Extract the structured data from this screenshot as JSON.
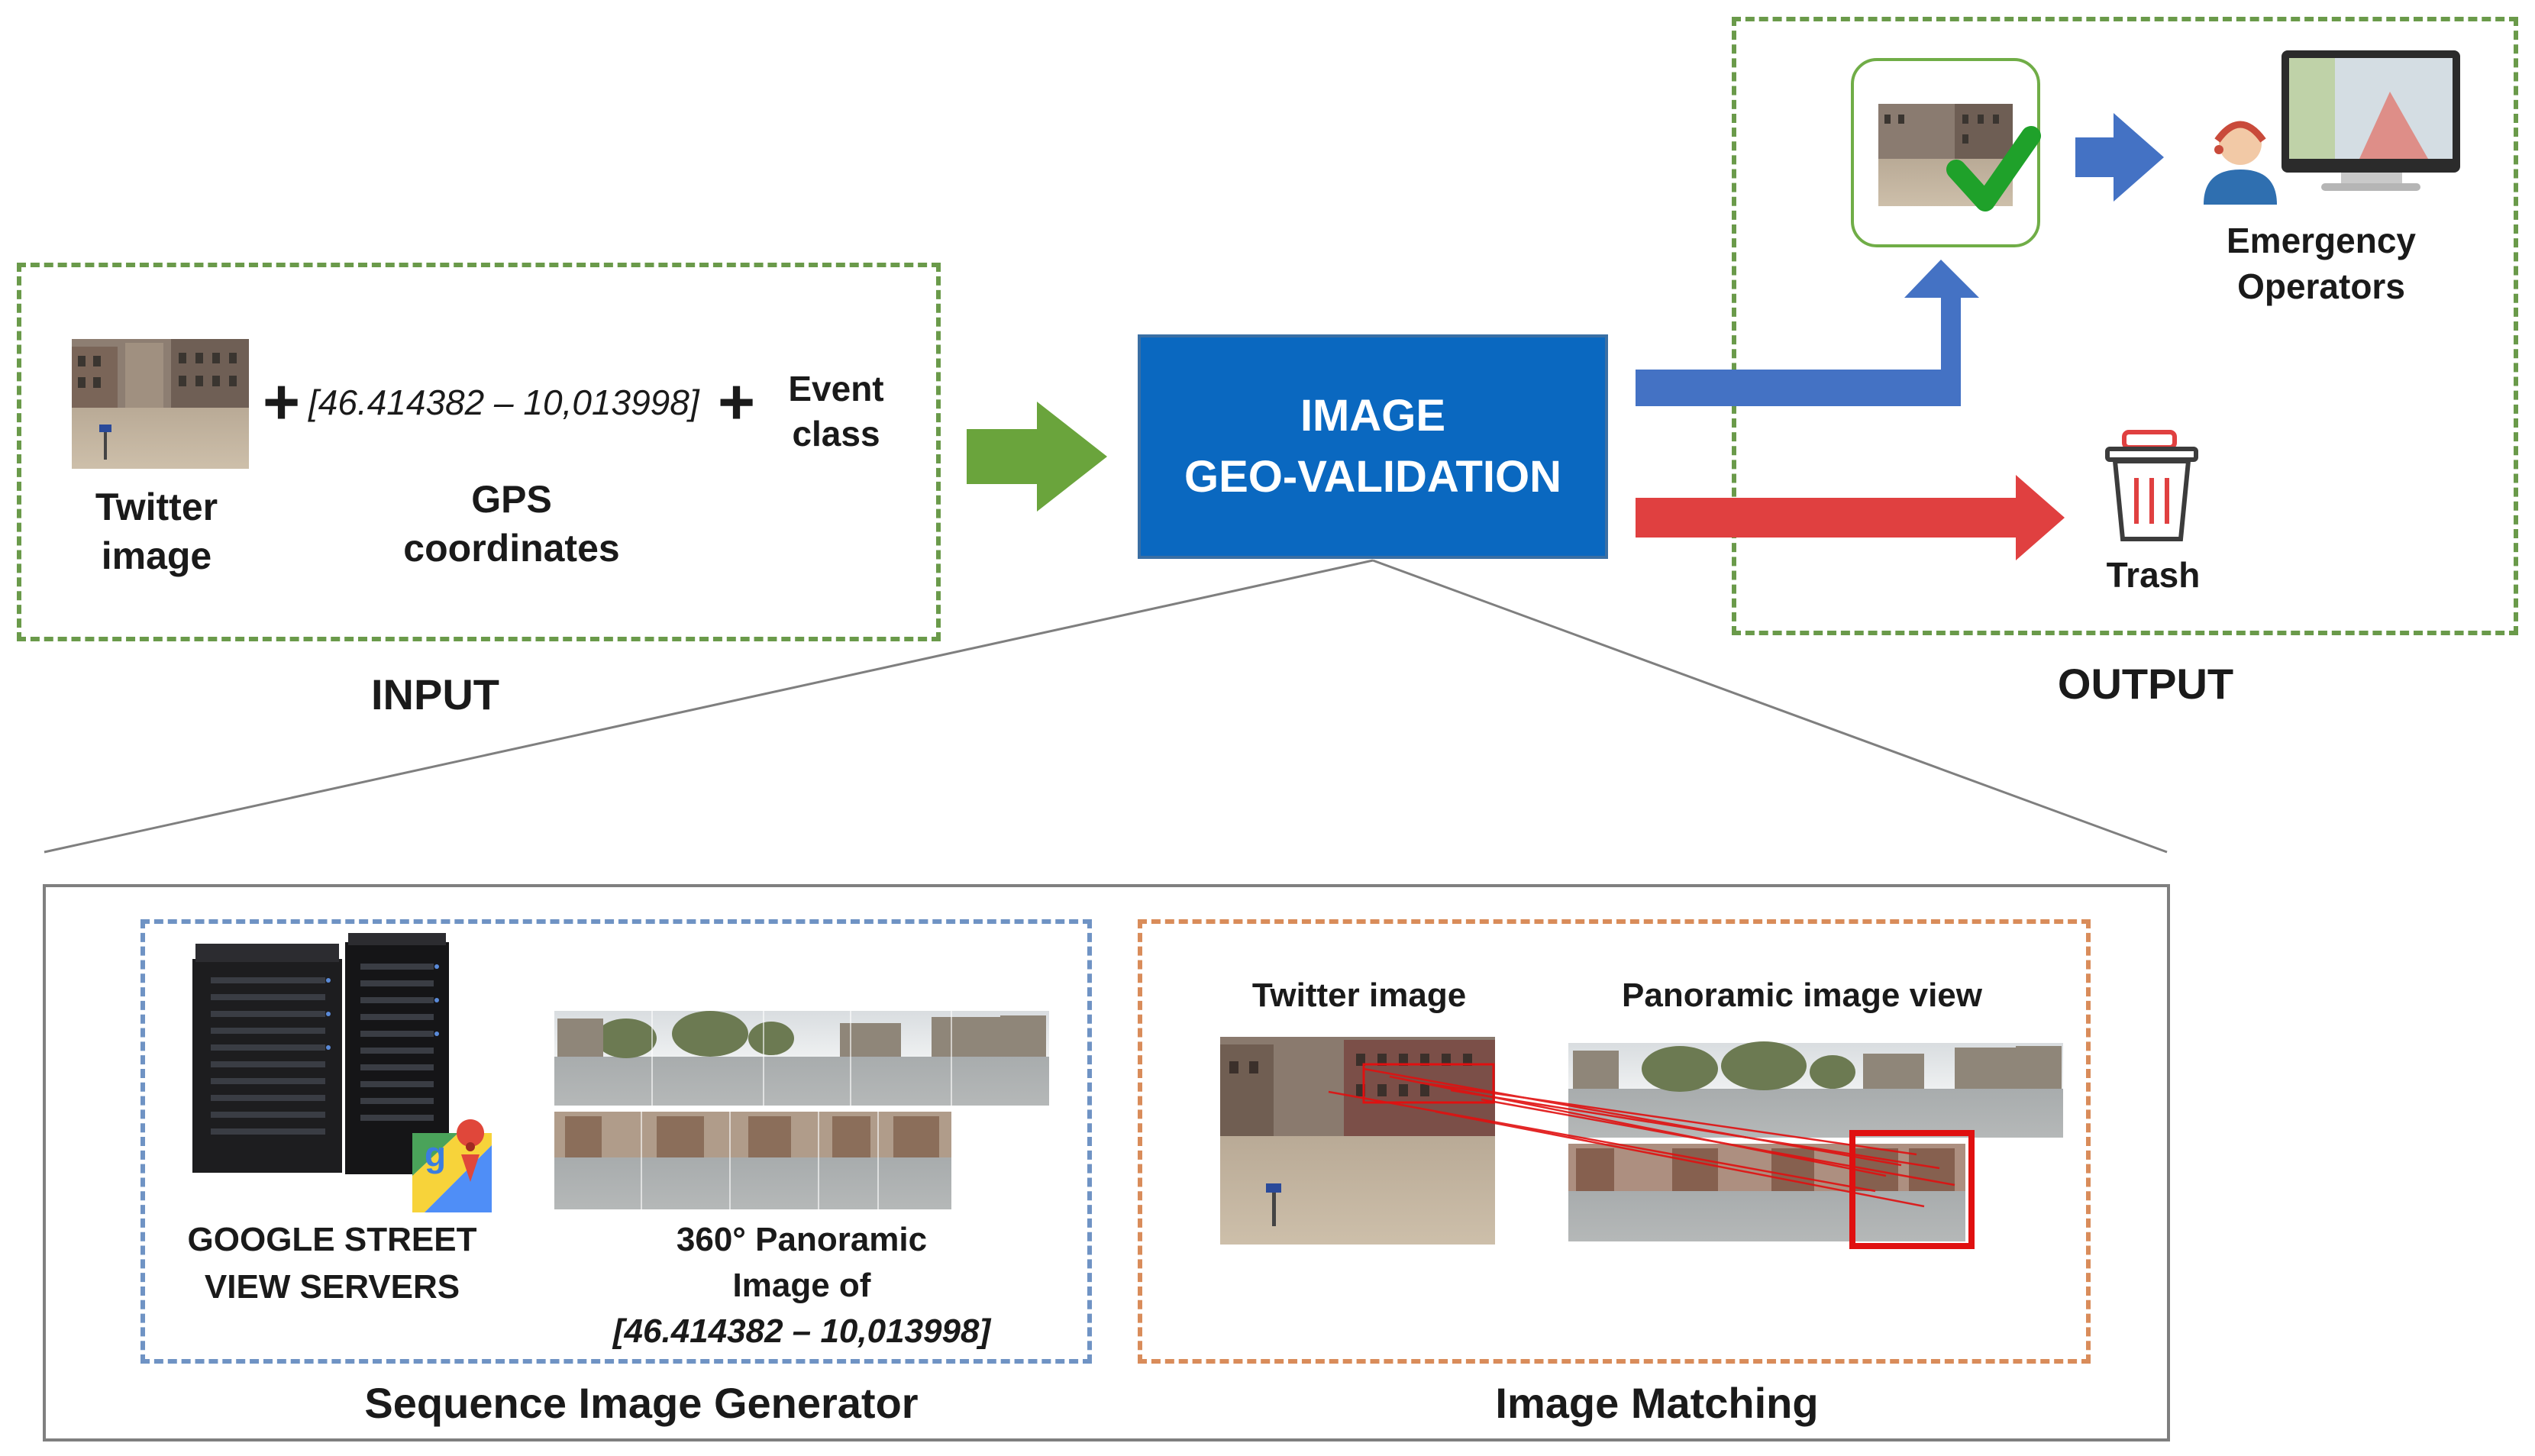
{
  "input": {
    "twitter_image_label": "Twitter image",
    "gps_coordinates_value": "[46.414382 – 10,013998]",
    "gps_label": "GPS coordinates",
    "event_class_label": "Event class",
    "plus_sign": "+",
    "section_label": "INPUT"
  },
  "validation": {
    "title_line1": "IMAGE",
    "title_line2": "GEO-VALIDATION"
  },
  "output": {
    "operators_label_line1": "Emergency",
    "operators_label_line2": "Operators",
    "trash_label": "Trash",
    "section_label": "OUTPUT"
  },
  "generator": {
    "servers_label_line1": "GOOGLE STREET",
    "servers_label_line2": "VIEW SERVERS",
    "panoramic_label_line1": "360° Panoramic",
    "panoramic_label_line2": "Image of",
    "panoramic_coordinates": "[46.414382 – 10,013998]",
    "section_label": "Sequence Image Generator"
  },
  "matching": {
    "twitter_image_label": "Twitter image",
    "panoramic_view_label": "Panoramic image view",
    "section_label": "Image Matching"
  },
  "colors": {
    "validation_box": "#0a68c0",
    "success_arrow": "#4472c4",
    "reject_arrow": "#e04040",
    "input_arrow": "#6aa43c",
    "check_mark": "#1fa12a",
    "match_highlight": "#e01010"
  }
}
